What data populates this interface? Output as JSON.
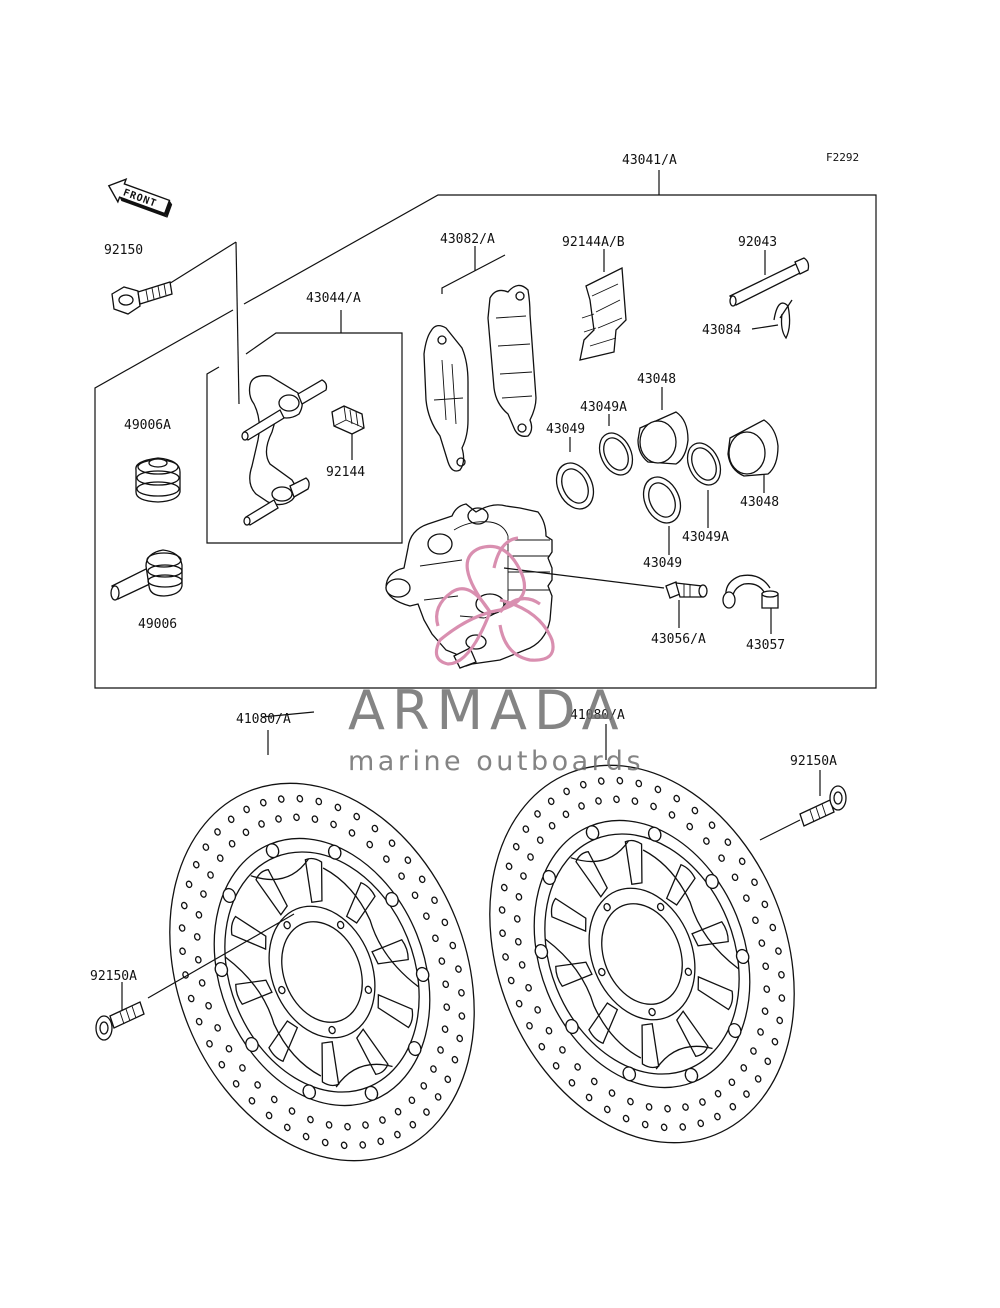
{
  "figure_code": "F2292",
  "front_arrow": {
    "text": "FRONT",
    "icon": "front-direction-arrow-icon"
  },
  "watermark": {
    "brand": "ARMADA",
    "tagline": "marine outboards",
    "ribbon_color": "#d98fb0",
    "text_color": "#6e6e6e"
  },
  "parts": {
    "caliper_assy": "43041/A",
    "pad_set": "43082/A",
    "pad_spring": "92144A/B",
    "pad_pin": "92043",
    "pin_clip": "43084",
    "bracket": "43044/A",
    "bolt_top": "92150",
    "spring_small": "92144",
    "boot_a": "49006A",
    "slide_pin": "49006",
    "piston_top": "43048",
    "seal_a_top": "43049A",
    "seal_left": "43049",
    "piston_right": "43048",
    "seal_a_lower": "43049A",
    "seal_lower": "43049",
    "bleed_valve": "43056/A",
    "bleed_cap": "43057",
    "disc_left": "41080/A",
    "disc_right": "41080/A",
    "disc_bolt_left": "92150A",
    "disc_bolt_right": "92150A"
  }
}
